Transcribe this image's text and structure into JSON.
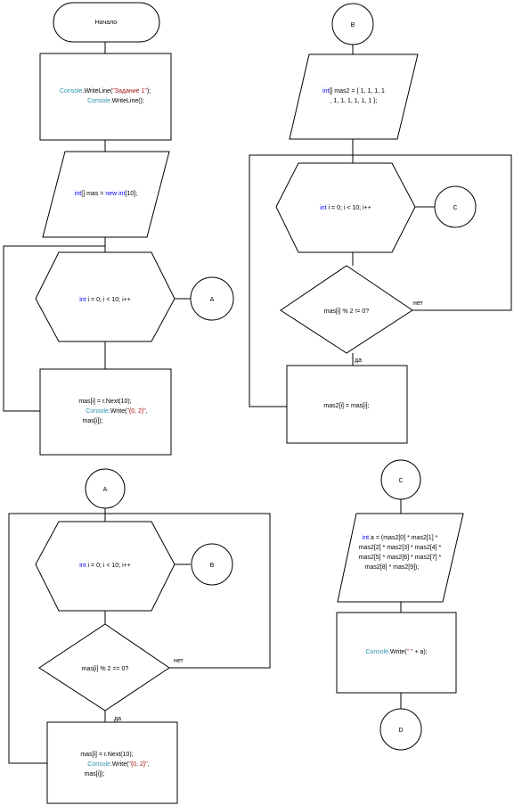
{
  "colors": {
    "keyword": "#0000ff",
    "class": "#2b91af",
    "string": "#a31515",
    "text": "#000000",
    "line": "#000000"
  },
  "start": {
    "label": "Начало"
  },
  "block1": {
    "line1_a": "Console",
    "line1_b": ".WriteLine(",
    "line1_c": "\"Задание 1\"",
    "line1_d": ");",
    "line2_a": "Console",
    "line2_b": ".WriteLine();"
  },
  "block2": {
    "kw": "int",
    "rest_a": "[] mas = ",
    "kw2": "new",
    "sp": " ",
    "kw3": "int",
    "rest_b": "[10];"
  },
  "loop1": {
    "kw": "int",
    "rest_a": " i = 0; i < 10; i++"
  },
  "conn_a1": {
    "label": "A"
  },
  "body1": {
    "line1": "mas[i] = r.Next(10);",
    "line2_a": "Console",
    "line2_b": ".Write(",
    "line2_c": "\"{0, 2}\"",
    "line2_d": ",",
    "line3": "mas[i]);"
  },
  "conn_b_top": {
    "label": "B"
  },
  "block_mas2": {
    "kw": "int",
    "line1_rest": "[] mas2 = { 1, 1, 1, 1",
    "line2": ", 1, 1, 1, 1, 1, 1 };"
  },
  "loop2": {
    "kw": "int",
    "rest": " i = 0; i < 10; i++"
  },
  "conn_c1": {
    "label": "C"
  },
  "cond2": {
    "text": "mas[i] % 2 != 0?",
    "no": "нет",
    "yes": "да"
  },
  "assign2": {
    "text": "mas2[i] = mas[i];"
  },
  "conn_a2": {
    "label": "A"
  },
  "loop3": {
    "kw": "int",
    "rest": " i = 0; i < 10; i++"
  },
  "conn_b2": {
    "label": "B"
  },
  "cond3": {
    "text": "mas[i] % 2 == 0?",
    "no": "нет",
    "yes": "да"
  },
  "body3": {
    "line1": "mas[i] = r.Next(10);",
    "line2_a": "Console",
    "line2_b": ".Write(",
    "line2_c": "\"{0, 2}\"",
    "line2_d": ",",
    "line3": "mas[i]);"
  },
  "conn_c2": {
    "label": "C"
  },
  "calc": {
    "kw": "int",
    "line1_rest": " a = (mas2[0] * mas2[1] *",
    "line2": "mas2[2] * mas2[3] * mas2[4] *",
    "line3": "mas2[5] * mas2[6] * mas2[7] *",
    "line4": "mas2[8] * mas2[9]);"
  },
  "out": {
    "a": "Console",
    "b": ".Write(",
    "c": "\" \"",
    "d": " + a);"
  },
  "conn_d": {
    "label": "D"
  }
}
